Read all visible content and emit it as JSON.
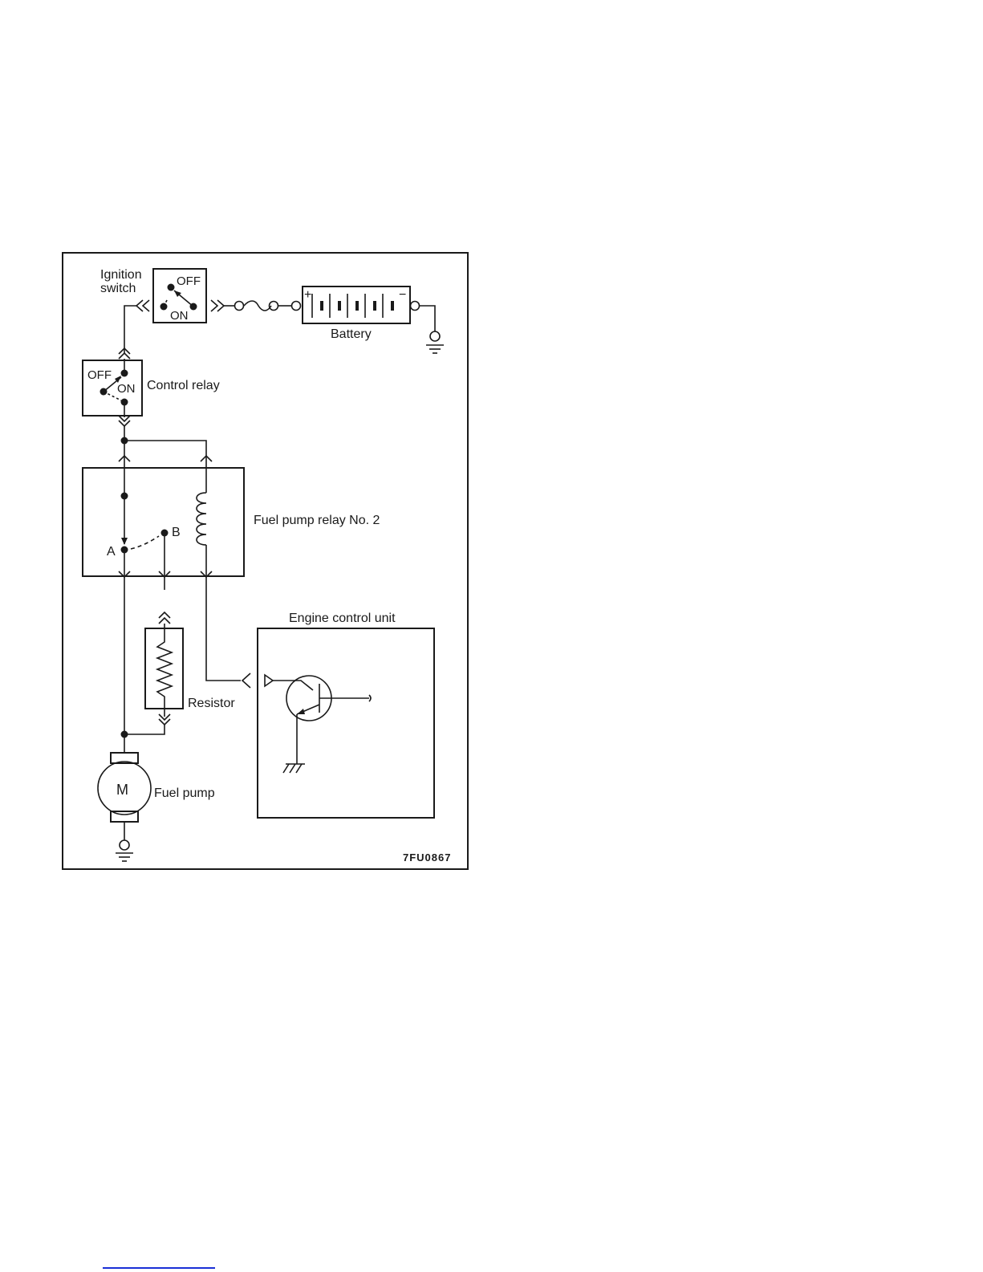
{
  "labels": {
    "ignition_line1": "Ignition",
    "ignition_line2": "switch",
    "ign_off": "OFF",
    "ign_on": "ON",
    "battery": "Battery",
    "battery_plus": "+",
    "battery_minus": "−",
    "relay_off": "OFF",
    "relay_on": "ON",
    "control_relay": "Control relay",
    "fuel_pump_relay": "Fuel pump relay No. 2",
    "point_a": "A",
    "point_b": "B",
    "engine_control_unit": "Engine control unit",
    "resistor": "Resistor",
    "motor": "M",
    "fuel_pump": "Fuel pump",
    "figure_code": "7FU0867"
  },
  "colors": {
    "ink": "#1a1a1a",
    "background": "#ffffff",
    "footer_rule": "#1a2fd6"
  }
}
